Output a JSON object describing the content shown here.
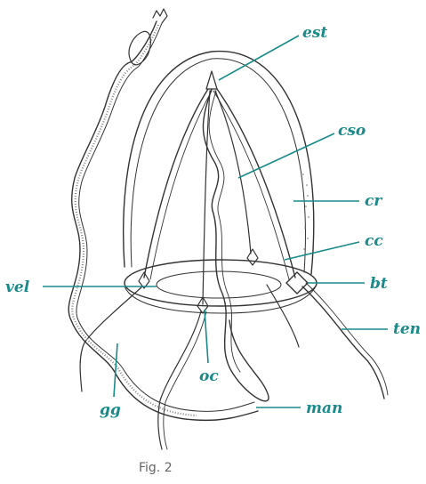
{
  "figure": {
    "caption": "Fig. 2",
    "label_color": "#1a8a8a",
    "labels": {
      "est": "est",
      "cso": "cso",
      "cr": "cr",
      "cc": "cc",
      "bt": "bt",
      "ten": "ten",
      "vel": "vel",
      "oc": "oc",
      "gg": "gg",
      "man": "man"
    }
  }
}
